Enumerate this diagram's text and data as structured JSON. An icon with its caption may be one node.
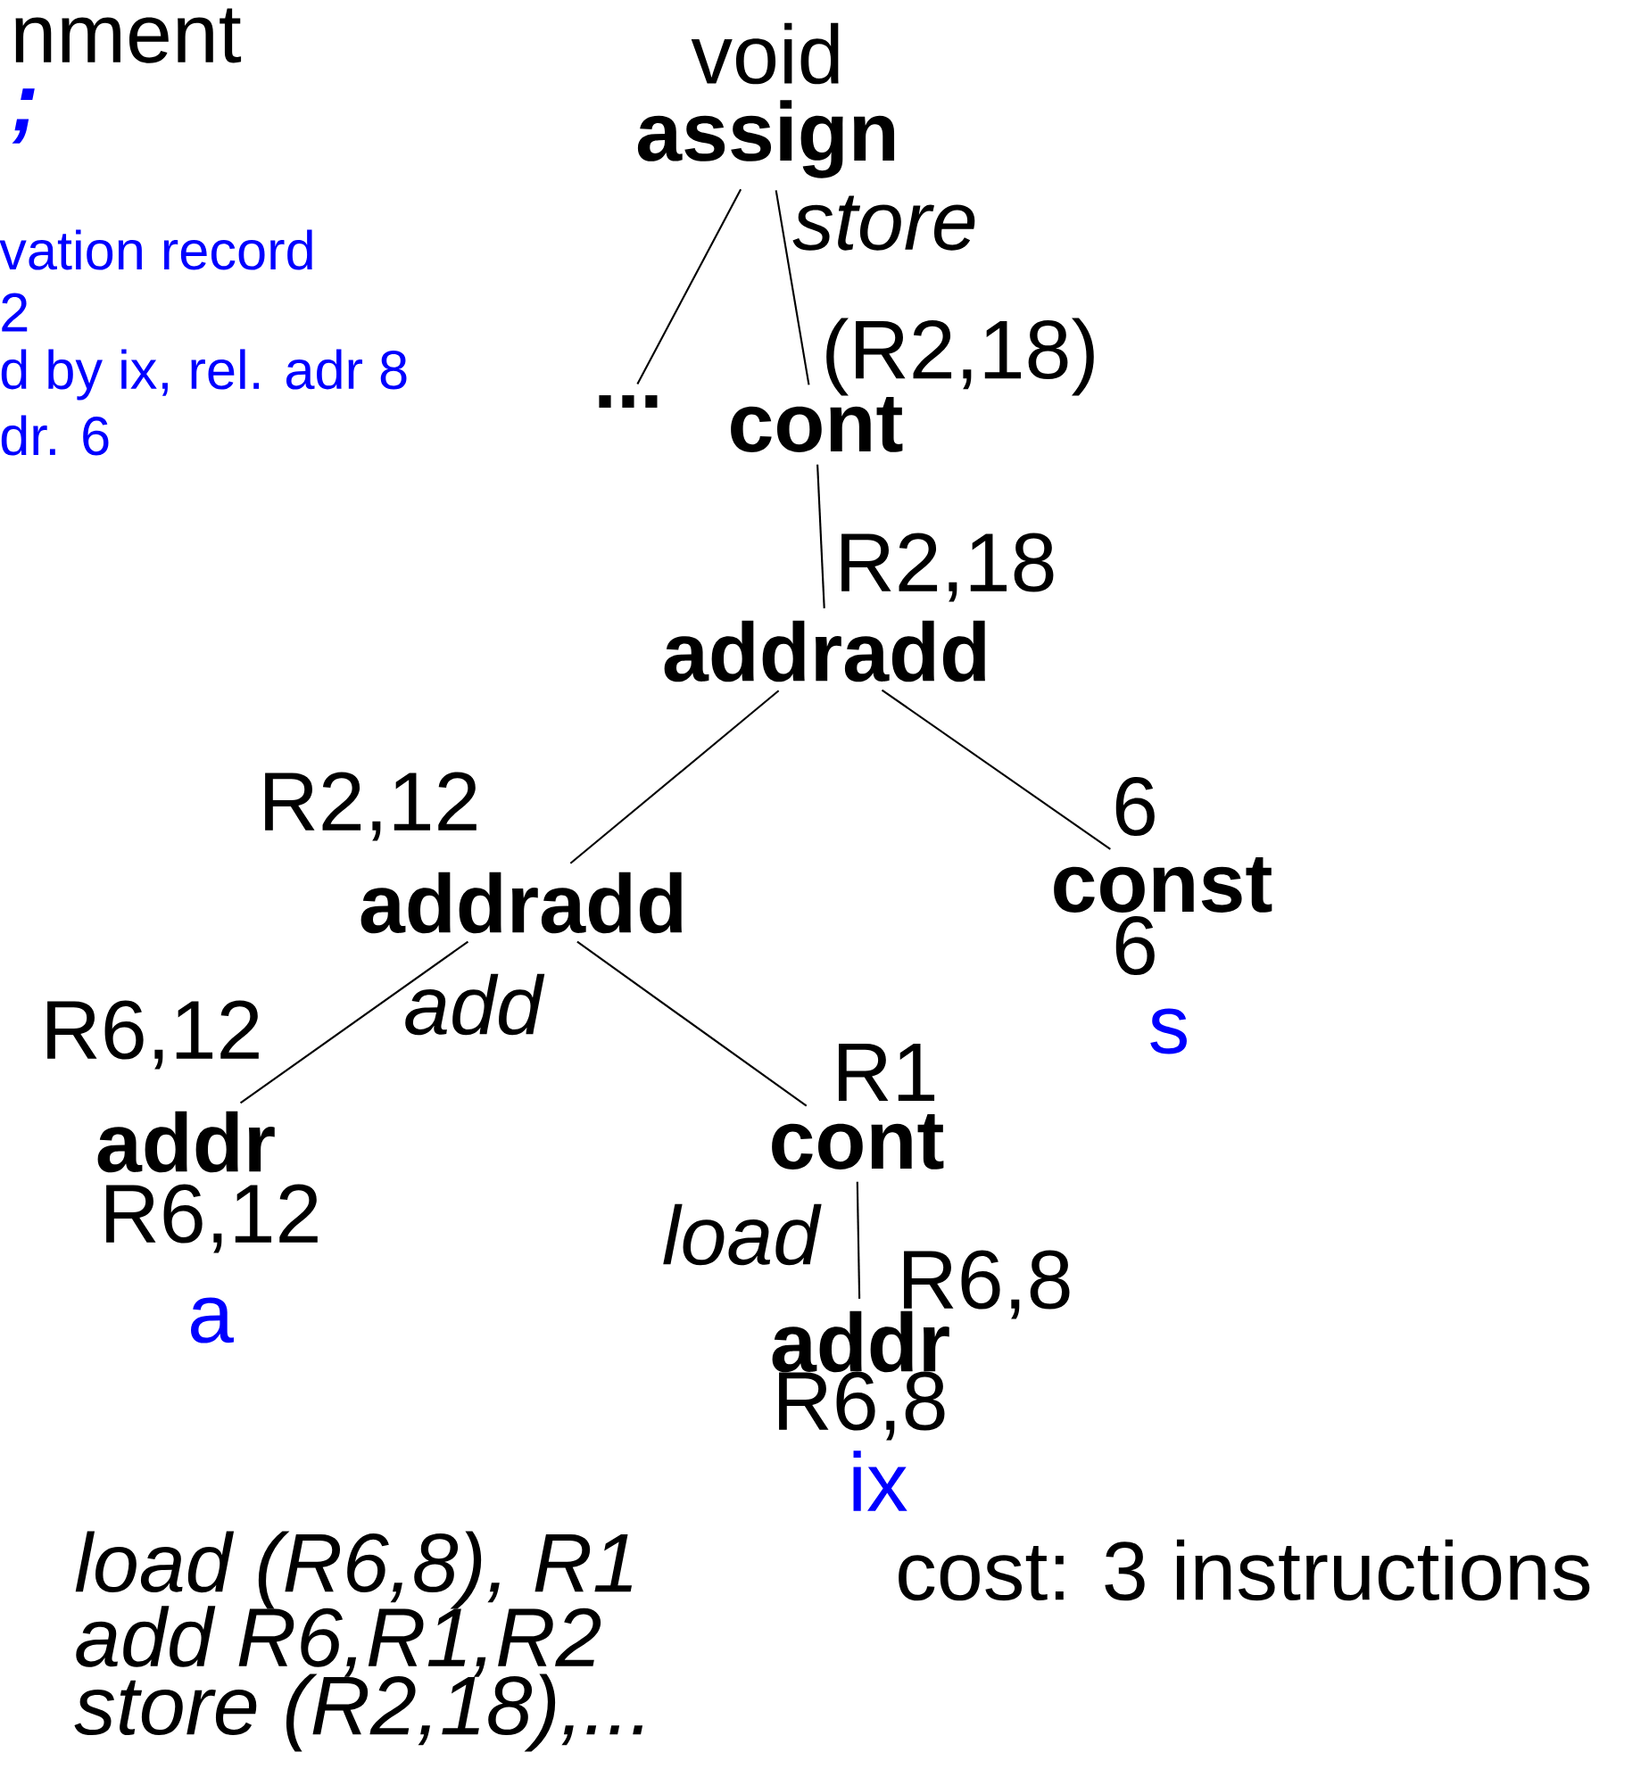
{
  "diagram": {
    "nodes": [
      {
        "text": [
          "assign"
        ],
        "beside": [
          "void",
          "store"
        ]
      },
      {
        "text": [
          "..."
        ]
      },
      {
        "text": [
          "cont"
        ],
        "beside": [
          "(R2,18)"
        ]
      },
      {
        "text": [
          "addradd"
        ],
        "beside": [
          "R2,18"
        ]
      },
      {
        "text": [
          "addradd"
        ],
        "beside": [
          "R2,12",
          "add"
        ]
      },
      {
        "text": [
          "const"
        ],
        "beside": [
          "6",
          "6",
          "s"
        ]
      },
      {
        "text": [
          "addr"
        ],
        "beside": [
          "R6,12",
          "R6,12",
          "a"
        ]
      },
      {
        "text": [
          "cont"
        ],
        "beside": [
          "R1",
          "load"
        ]
      },
      {
        "text": [
          "addr"
        ],
        "beside": [
          "R6,8",
          "R6,8",
          "ix"
        ]
      }
    ],
    "edges": [
      {
        "from": 0,
        "to": 1,
        "arrow": "none"
      },
      {
        "from": 0,
        "to": 2,
        "arrow": "none"
      },
      {
        "from": 2,
        "to": 3,
        "arrow": "none"
      },
      {
        "from": 3,
        "to": 4,
        "arrow": "none"
      },
      {
        "from": 3,
        "to": 5,
        "arrow": "none"
      },
      {
        "from": 4,
        "to": 6,
        "arrow": "none"
      },
      {
        "from": 4,
        "to": 7,
        "arrow": "none"
      },
      {
        "from": 7,
        "to": 8,
        "arrow": "none"
      }
    ],
    "labels": [
      "nment",
      ";",
      "vation record",
      "2",
      "d by ix, rel. adr 8",
      "dr. 6",
      "load (R6,8), R1",
      "add R6,R1,R2",
      "store (R2,18),...",
      "cost: 3 instructions"
    ]
  }
}
